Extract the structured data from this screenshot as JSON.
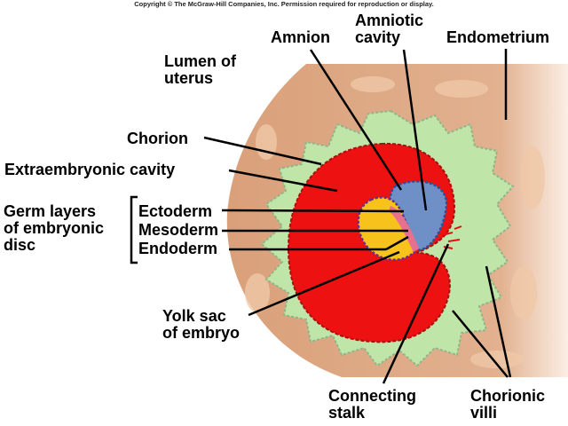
{
  "copyright": "Copyright © The McGraw-Hill Companies, Inc. Permission required for reproduction or display.",
  "labels": {
    "amnion": "Amnion",
    "amniotic_cavity_1": "Amniotic",
    "amniotic_cavity_2": "cavity",
    "endometrium": "Endometrium",
    "lumen_1": "Lumen of",
    "lumen_2": "uterus",
    "chorion": "Chorion",
    "extraembryonic_cavity": "Extraembryonic cavity",
    "germ_layers_1": "Germ layers",
    "germ_layers_2": "of embryonic",
    "germ_layers_3": "disc",
    "ectoderm": "Ectoderm",
    "mesoderm": "Mesoderm",
    "endoderm": "Endoderm",
    "yolk_sac_1": "Yolk sac",
    "yolk_sac_2": "of embryo",
    "connecting_stalk_1": "Connecting",
    "connecting_stalk_2": "stalk",
    "chorionic_villi_1": "Chorionic",
    "chorionic_villi_2": "villi"
  },
  "colors": {
    "endometrium": "#d9a07a",
    "chorion": "#bfe5a8",
    "cavity": "#ee1111",
    "amnion": "#6f8fc7",
    "yolk": "#f7c21b",
    "mesoderm": "#e8708f"
  }
}
